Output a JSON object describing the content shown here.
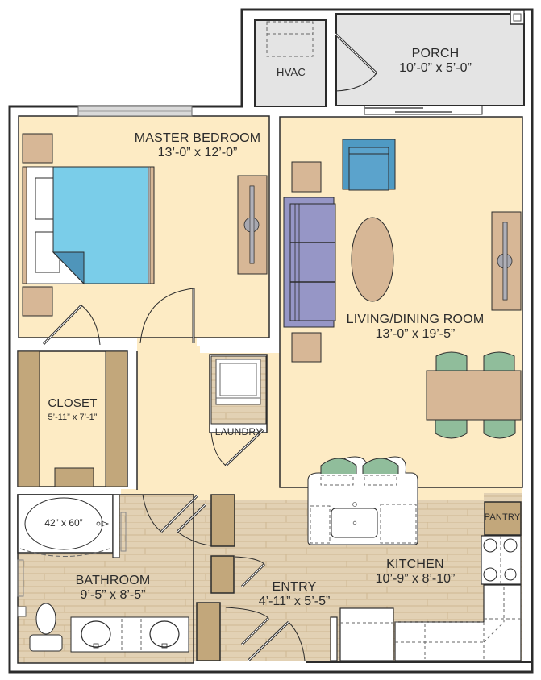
{
  "plan": {
    "colors": {
      "room_fill": "#fdebc4",
      "wood_floor": "#e2d1b4",
      "wood_lines": "#ccb48e",
      "exterior": "#e4e4e4",
      "furniture_tan": "#d7b796",
      "closet_shelf": "#c2a77b",
      "bed_blue": "#7acde9",
      "chair_blue": "#4f9ac3",
      "sofa_purple": "#9696c6",
      "chair_green": "#90bd9b",
      "wall": "#ffffff",
      "outline": "#2b2b2b"
    },
    "rooms": {
      "porch": {
        "name": "PORCH",
        "dims": "10’-0” x 5’-0”"
      },
      "hvac": {
        "name": "HVAC"
      },
      "master_bedroom": {
        "name": "MASTER BEDROOM",
        "dims": "13’-0” x 12’-0”"
      },
      "living_dining": {
        "name": "LIVING/DINING ROOM",
        "dims": "13’-0” x 19’-5”"
      },
      "closet": {
        "name": "CLOSET",
        "dims": "5’-11” x 7’-1”"
      },
      "laundry": {
        "name": "LAUNDRY"
      },
      "pantry": {
        "name": "PANTRY"
      },
      "bathroom": {
        "name": "BATHROOM",
        "dims": "9’-5” x 8’-5”"
      },
      "tub": {
        "dims": "42” x 60”"
      },
      "kitchen": {
        "name": "KITCHEN",
        "dims": "10’-9” x 8’-10”"
      },
      "entry": {
        "name": "ENTRY",
        "dims": "4’-11” x 5’-5”"
      }
    }
  }
}
